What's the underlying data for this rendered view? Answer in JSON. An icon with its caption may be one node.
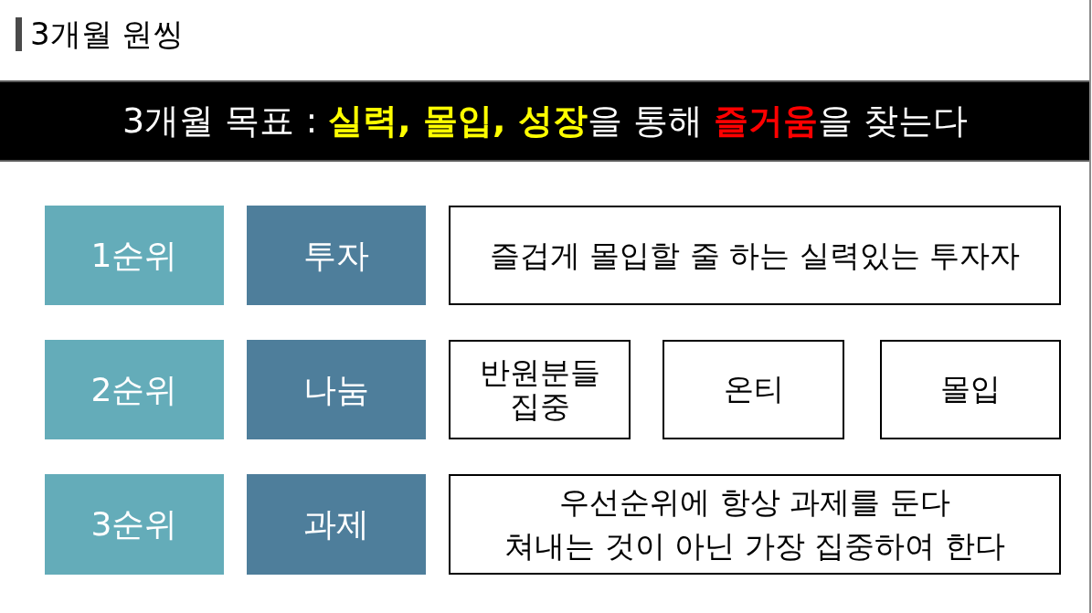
{
  "diagram": {
    "title": "3개월 원씽",
    "nodes": [
      {
        "text": [
          "3개월 목표 : **실력, 몰입, 성장**을 통해 **즐거움**을 찾는다"
        ]
      },
      {
        "text": [
          "1순위"
        ]
      },
      {
        "text": [
          "투자"
        ]
      },
      {
        "text": [
          "즐겁게 몰입할 줄 하는 실력있는 투자자"
        ]
      },
      {
        "text": [
          "2순위"
        ]
      },
      {
        "text": [
          "나눔"
        ]
      },
      {
        "text": [
          "반원분들 집중"
        ]
      },
      {
        "text": [
          "온티"
        ]
      },
      {
        "text": [
          "몰입"
        ]
      },
      {
        "text": [
          "3순위"
        ]
      },
      {
        "text": [
          "과제"
        ]
      },
      {
        "text": [
          "우선순위에 항상 과제를 둔다",
          "쳐내는 것이 아닌 가장 집중하여 한다"
        ]
      }
    ]
  }
}
